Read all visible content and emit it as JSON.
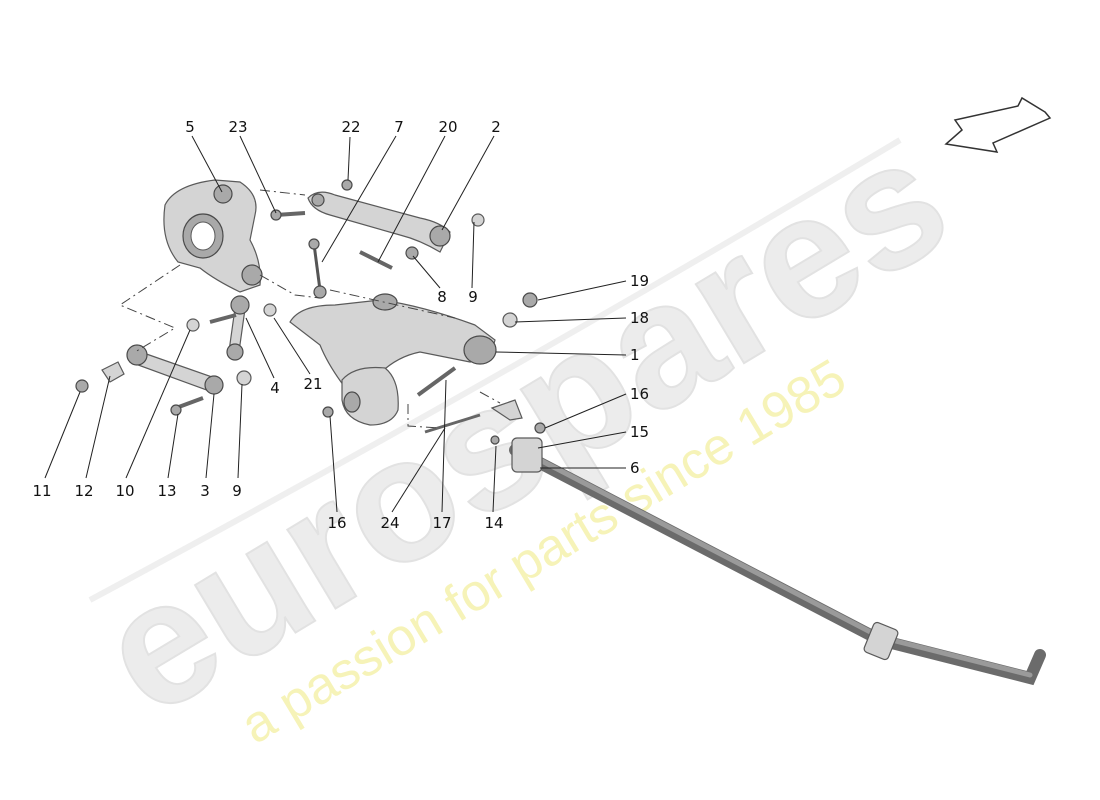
{
  "watermark": {
    "brand": "eurospares",
    "tagline": "a passion for parts since 1985"
  },
  "callouts": [
    {
      "id": "c5",
      "label": "5"
    },
    {
      "id": "c23",
      "label": "23"
    },
    {
      "id": "c22",
      "label": "22"
    },
    {
      "id": "c7",
      "label": "7"
    },
    {
      "id": "c20",
      "label": "20"
    },
    {
      "id": "c2",
      "label": "2"
    },
    {
      "id": "c8",
      "label": "8"
    },
    {
      "id": "c9a",
      "label": "9"
    },
    {
      "id": "c19",
      "label": "19"
    },
    {
      "id": "c18",
      "label": "18"
    },
    {
      "id": "c1",
      "label": "1"
    },
    {
      "id": "c16a",
      "label": "16"
    },
    {
      "id": "c15",
      "label": "15"
    },
    {
      "id": "c6",
      "label": "6"
    },
    {
      "id": "c4",
      "label": "4"
    },
    {
      "id": "c21",
      "label": "21"
    },
    {
      "id": "c11",
      "label": "11"
    },
    {
      "id": "c12",
      "label": "12"
    },
    {
      "id": "c10",
      "label": "10"
    },
    {
      "id": "c13",
      "label": "13"
    },
    {
      "id": "c3",
      "label": "3"
    },
    {
      "id": "c9b",
      "label": "9"
    },
    {
      "id": "c16b",
      "label": "16"
    },
    {
      "id": "c24",
      "label": "24"
    },
    {
      "id": "c17",
      "label": "17"
    },
    {
      "id": "c14",
      "label": "14"
    }
  ],
  "colors": {
    "part_fill": "#d4d4d4",
    "part_outline": "#5a5a5a",
    "watermark_gray": "#ececec",
    "watermark_yellow": "#f6f3b8"
  }
}
